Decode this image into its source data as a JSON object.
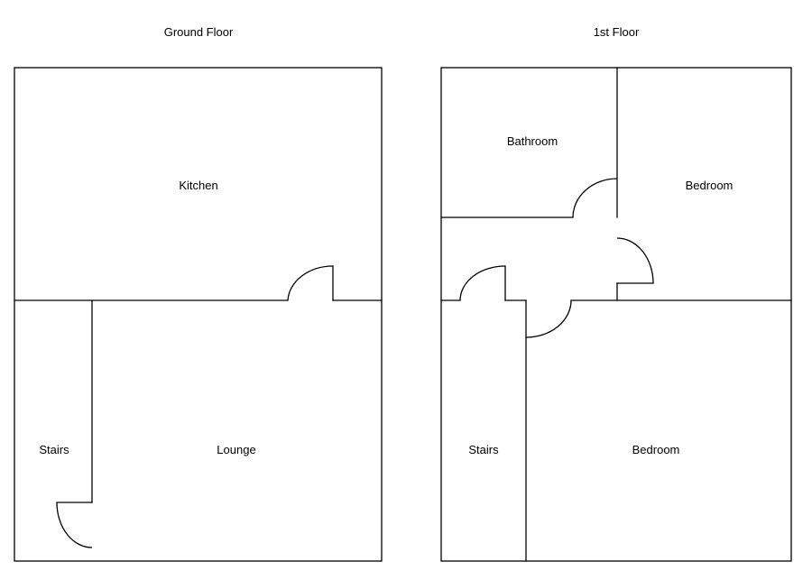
{
  "floors": {
    "ground": {
      "title": "Ground Floor",
      "rooms": {
        "kitchen": "Kitchen",
        "stairs": "Stairs",
        "lounge": "Lounge"
      }
    },
    "first": {
      "title": "1st Floor",
      "rooms": {
        "bathroom": "Bathroom",
        "bedroom_small": "Bedroom",
        "stairs": "Stairs",
        "bedroom_large": "Bedroom"
      }
    }
  }
}
